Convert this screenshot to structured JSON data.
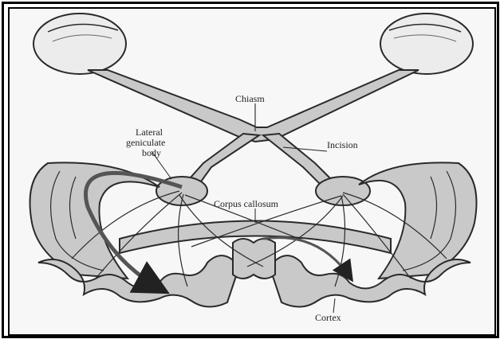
{
  "labels": {
    "chiasm": "Chiasm",
    "lateral_geniculate": [
      "Lateral",
      "geniculate",
      "body"
    ],
    "incision": "Incision",
    "corpus_callosum": "Corpus callosum",
    "cortex": "Cortex"
  },
  "colors": {
    "tissue": "#c9c9c9",
    "outline": "#2a2a2a",
    "background": "#f7f7f7",
    "eye": "#ececec"
  }
}
